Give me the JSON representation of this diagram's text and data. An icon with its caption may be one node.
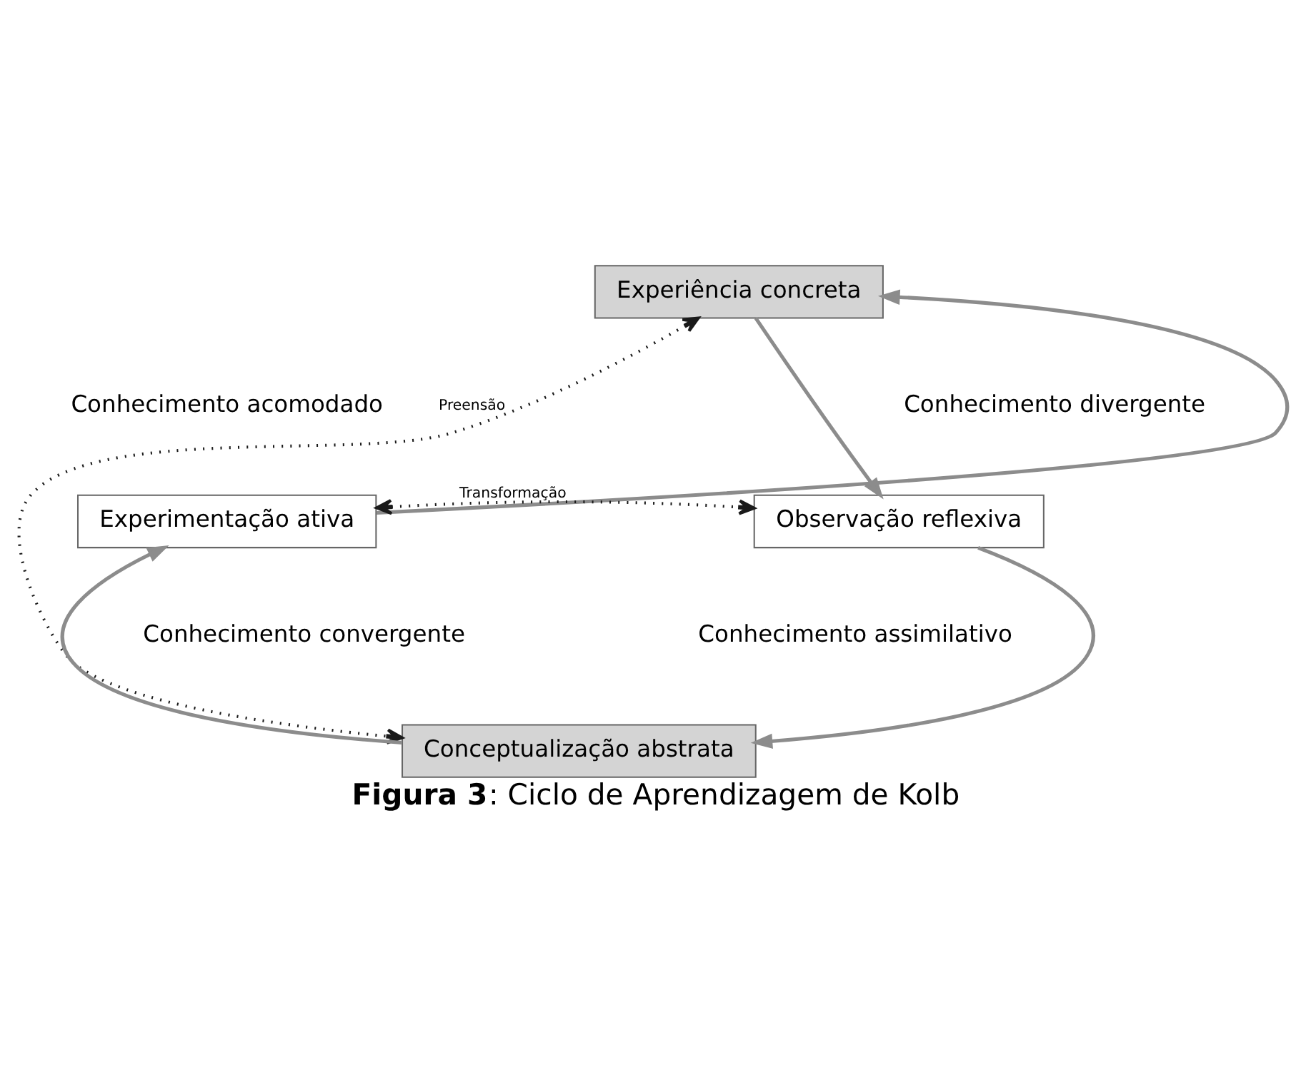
{
  "diagram": {
    "caption": "**Figura 3**: Ciclo de Aprendizagem de Kolb",
    "nodes": [
      {
        "text": [
          "Experiência concreta"
        ]
      },
      {
        "text": [
          "Observação reflexiva"
        ]
      },
      {
        "text": [
          "Conceptualização abstrata"
        ]
      },
      {
        "text": [
          "Experimentação ativa"
        ]
      }
    ],
    "edges": [
      {
        "from": 0,
        "to": 1,
        "arrow": "to"
      },
      {
        "from": 1,
        "to": 2,
        "arrow": "to"
      },
      {
        "from": 2,
        "to": 3,
        "arrow": "to"
      },
      {
        "from": 3,
        "to": 0,
        "arrow": "to"
      },
      {
        "from": 0,
        "to": 2,
        "arrow": "both",
        "label": "Preensão",
        "style": "dashed",
        "color": "#1a1a1a"
      },
      {
        "from": 3,
        "to": 1,
        "arrow": "both",
        "label": "Transformação",
        "style": "dashed",
        "color": "#1a1a1a"
      }
    ],
    "labels": [
      "Conhecimento acomodado",
      "Conhecimento divergente",
      "Conhecimento convergente",
      "Conhecimento assimilativo"
    ]
  }
}
